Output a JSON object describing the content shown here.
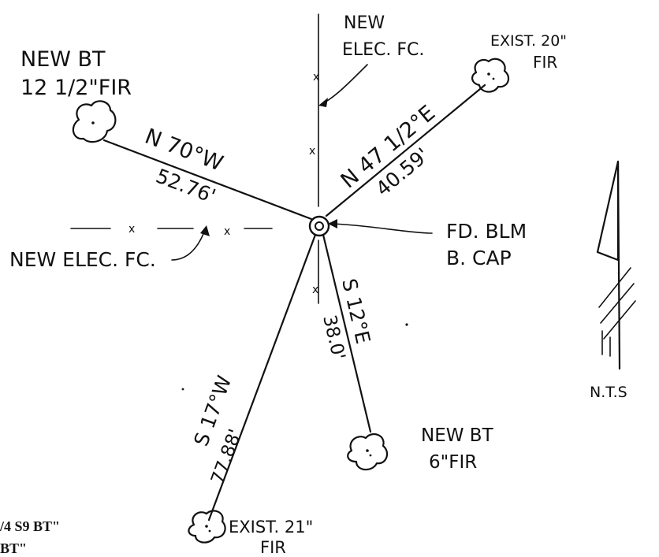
{
  "labels": {
    "new_elec_fc_top_line1": "NEW",
    "new_elec_fc_top_line2": "ELEC. FC.",
    "exist_20_line1": "EXIST. 20\"",
    "exist_20_line2": "FIR",
    "new_bt_125_line1": "NEW BT",
    "new_bt_125_line2": "12 1/2\"FIR",
    "bearing_nw": "N 70°W",
    "dist_nw": "52.76'",
    "bearing_ne": "N 47 1/2°E",
    "dist_ne": "40.59'",
    "fd_blm_line1": "FD. BLM",
    "fd_blm_line2": "B. CAP",
    "new_elec_fc_left": "NEW ELEC. FC.",
    "bearing_se": "S 12°E",
    "dist_se": "38.0'",
    "bearing_sw": "S 17°W",
    "dist_sw": "77.88'",
    "new_bt_6_line1": "NEW BT",
    "new_bt_6_line2": "6\"FIR",
    "exist_21_line1": "EXIST. 21\"",
    "exist_21_line2": "FIR",
    "nts": "N.T.S",
    "fence_mark": "x",
    "partial_typed_1": "/4 S9 BT\"",
    "partial_typed_2": "BT\""
  }
}
